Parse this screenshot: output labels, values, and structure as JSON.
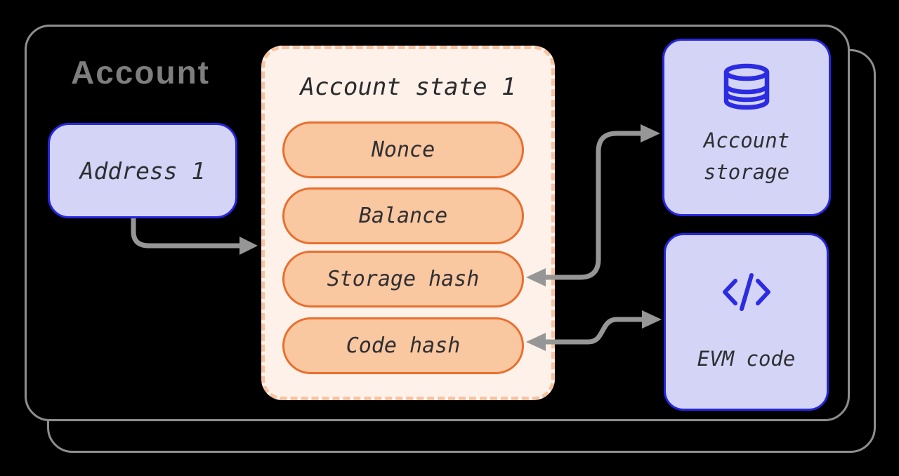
{
  "canvas": {
    "background": "#000000"
  },
  "container": {
    "title": "Account",
    "border_color": "#8e8e8e",
    "title_color": "#7e7e7e"
  },
  "address_box": {
    "label": "Address 1",
    "fill": "#d4d4f7",
    "border_color": "#2626e0"
  },
  "state_box": {
    "title": "Account state 1",
    "fill": "#fdf1e9",
    "border_color": "#f7c3a1",
    "pill_fill": "#f9c7a0",
    "pill_border_color": "#e96e2d",
    "pills": [
      {
        "label": "Nonce"
      },
      {
        "label": "Balance"
      },
      {
        "label": "Storage hash"
      },
      {
        "label": "Code hash"
      }
    ]
  },
  "storage_box": {
    "icon": "database-icon",
    "icon_color": "#2b2be2",
    "lines": [
      "Account",
      "storage"
    ],
    "fill": "#d4d4f7",
    "border_color": "#2626e0"
  },
  "evm_box": {
    "icon": "code-icon",
    "icon_color": "#2b2be2",
    "label": "EVM code",
    "fill": "#d4d4f7",
    "border_color": "#2626e0"
  },
  "arrows": {
    "color": "#969696"
  }
}
